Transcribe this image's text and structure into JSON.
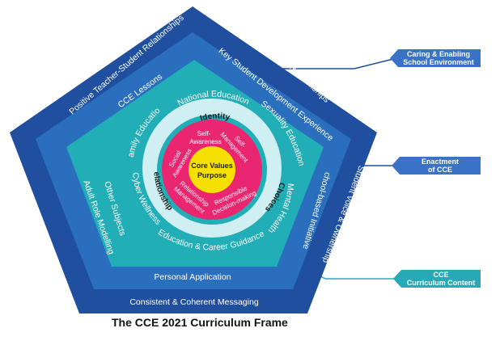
{
  "diagram": {
    "caption": "The CCE 2021 Curriculum Frame",
    "layers": {
      "outer": {
        "top_left": "Positive Teacher-Student Relationships",
        "top_right": "Peer Support & Relationships",
        "left": "Adult Role Modelling",
        "right": "Student Voice & Ownership",
        "bottom": "Consistent & Coherent Messaging"
      },
      "second": {
        "top_left": "CCE Lessons",
        "top_right": "Key Student Development Experiences",
        "left": "Other Subjects",
        "right": "School-based Initiatives",
        "bottom": "Personal Application"
      },
      "content": {
        "top": "National Education",
        "top_left": "Family Education",
        "top_right": "Sexuality Education",
        "left": "Cyber Wellness",
        "right": "Mental Health",
        "bottom": "Education & Career Guidance"
      },
      "themes": {
        "top": "Identity",
        "left": "Relationships",
        "right": "Choices"
      },
      "competencies": {
        "self_awareness": [
          "Self-",
          "Awareness"
        ],
        "self_management": [
          "Self-",
          "Management"
        ],
        "social_awareness": [
          "Social",
          "Awareness"
        ],
        "relationship_management": [
          "Relationship",
          "Management"
        ],
        "responsible_decision_making": [
          "Responsible",
          "Decision-making"
        ]
      },
      "core": [
        "Core Values",
        "Purpose"
      ]
    },
    "callouts": {
      "environment": [
        "Caring & Enabling",
        "School Environment"
      ],
      "enactment": [
        "Enactment",
        "of CCE"
      ],
      "content": [
        "CCE",
        "Curriculum Content"
      ]
    },
    "colors": {
      "outer": "#1f4f9e",
      "second": "#2a6fbe",
      "teal": "#21aeb7",
      "light_teal": "#cfeff2",
      "pink": "#e9266f",
      "yellow": "#f6e000",
      "callout_blue": "#3a72c6",
      "callout_teal": "#28a9b7",
      "line_dark": "#1f4f9e",
      "line_teal": "#28a9b7"
    }
  }
}
